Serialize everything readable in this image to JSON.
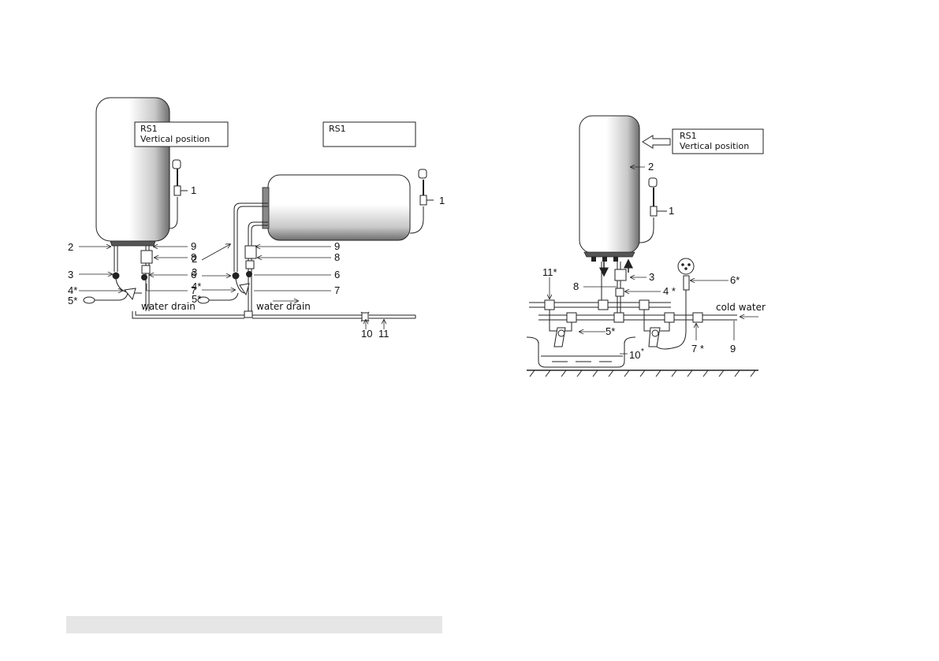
{
  "left_diagram": {
    "vertical_box": {
      "line1": "RS1",
      "line2": "Vertical position"
    },
    "horizontal_box": {
      "line1": "RS1"
    },
    "vertical_labels": {
      "l1": "1",
      "l2": "2",
      "l3": "3",
      "l4": "4*",
      "l5": "5*",
      "l6": "6",
      "l7": "7",
      "l8": "8",
      "l9": "9"
    },
    "horizontal_labels": {
      "l1": "1",
      "l2": "2",
      "l3": "3",
      "l4": "4*",
      "l5": "5*",
      "l6": "6",
      "l7": "7",
      "l8": "8",
      "l9": "9"
    },
    "drain_label_1": "water drain",
    "drain_label_2": "water drain",
    "label_10": "10",
    "label_11": "11"
  },
  "right_diagram": {
    "box": {
      "line1": "RS1",
      "line2": "Vertical position"
    },
    "labels": {
      "l1": "1",
      "l2": "2",
      "l3": "3",
      "l4": "4 *",
      "l5": "5*",
      "l6": "6*",
      "l7": "7 *",
      "l8": "8",
      "l9": "9",
      "l10": "10",
      "l10_star": "*",
      "l11": "11*"
    },
    "cold_water": "cold water"
  },
  "colors": {
    "line": "#222222",
    "tank_light": "#ffffff",
    "tank_dark": "#6e6e6e",
    "footer": "#e6e6e6"
  }
}
